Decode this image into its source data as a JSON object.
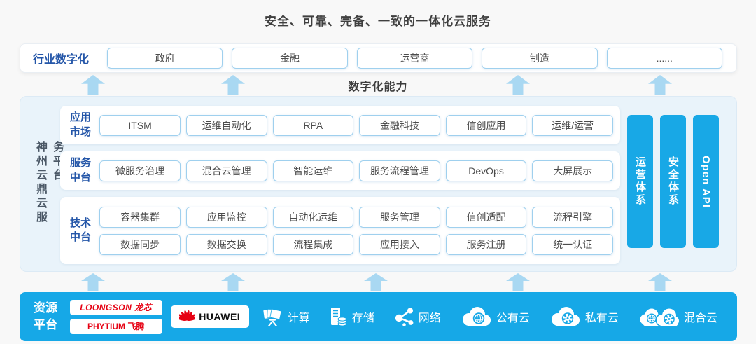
{
  "title": "安全、可靠、完备、一致的一体化云服务",
  "industry_row": {
    "label": "行业数字化",
    "items": [
      "政府",
      "金融",
      "运营商",
      "制造",
      "......"
    ]
  },
  "digital_capability_label": "数字化能力",
  "platform": {
    "side_label": "神州云鼎云服务平台",
    "sections": [
      {
        "label": "应用市场",
        "rows": [
          [
            "ITSM",
            "运维自动化",
            "RPA",
            "金融科技",
            "信创应用",
            "运维/运营"
          ]
        ]
      },
      {
        "label": "服务中台",
        "rows": [
          [
            "微服务治理",
            "混合云管理",
            "智能运维",
            "服务流程管理",
            "DevOps",
            "大屏展示"
          ]
        ]
      },
      {
        "label": "技术中台",
        "rows": [
          [
            "容器集群",
            "应用监控",
            "自动化运维",
            "服务管理",
            "信创适配",
            "流程引擎"
          ],
          [
            "数据同步",
            "数据交换",
            "流程集成",
            "应用接入",
            "服务注册",
            "统一认证"
          ]
        ]
      }
    ],
    "vertical_bars": [
      {
        "label": "运营体系"
      },
      {
        "label": "安全体系"
      },
      {
        "label": "Open API"
      }
    ]
  },
  "resource_row": {
    "label": "资源平台",
    "vendors": [
      {
        "name": "LOONGSON 龙芯"
      },
      {
        "name": "PHYTIUM 飞腾"
      },
      {
        "name": "HUAWEI"
      }
    ],
    "resources": [
      {
        "icon": "compute-icon",
        "label": "计算"
      },
      {
        "icon": "storage-icon",
        "label": "存储"
      },
      {
        "icon": "network-icon",
        "label": "网络"
      },
      {
        "icon": "public-cloud-icon",
        "label": "公有云"
      },
      {
        "icon": "private-cloud-icon",
        "label": "私有云"
      },
      {
        "icon": "hybrid-cloud-icon",
        "label": "混合云"
      }
    ]
  },
  "colors": {
    "accent_blue": "#2456a8",
    "bright_blue": "#16a8e7",
    "arrow_blue": "#a9d8f2",
    "chip_border": "#9fd0ee",
    "logo_red": "#e60012"
  }
}
